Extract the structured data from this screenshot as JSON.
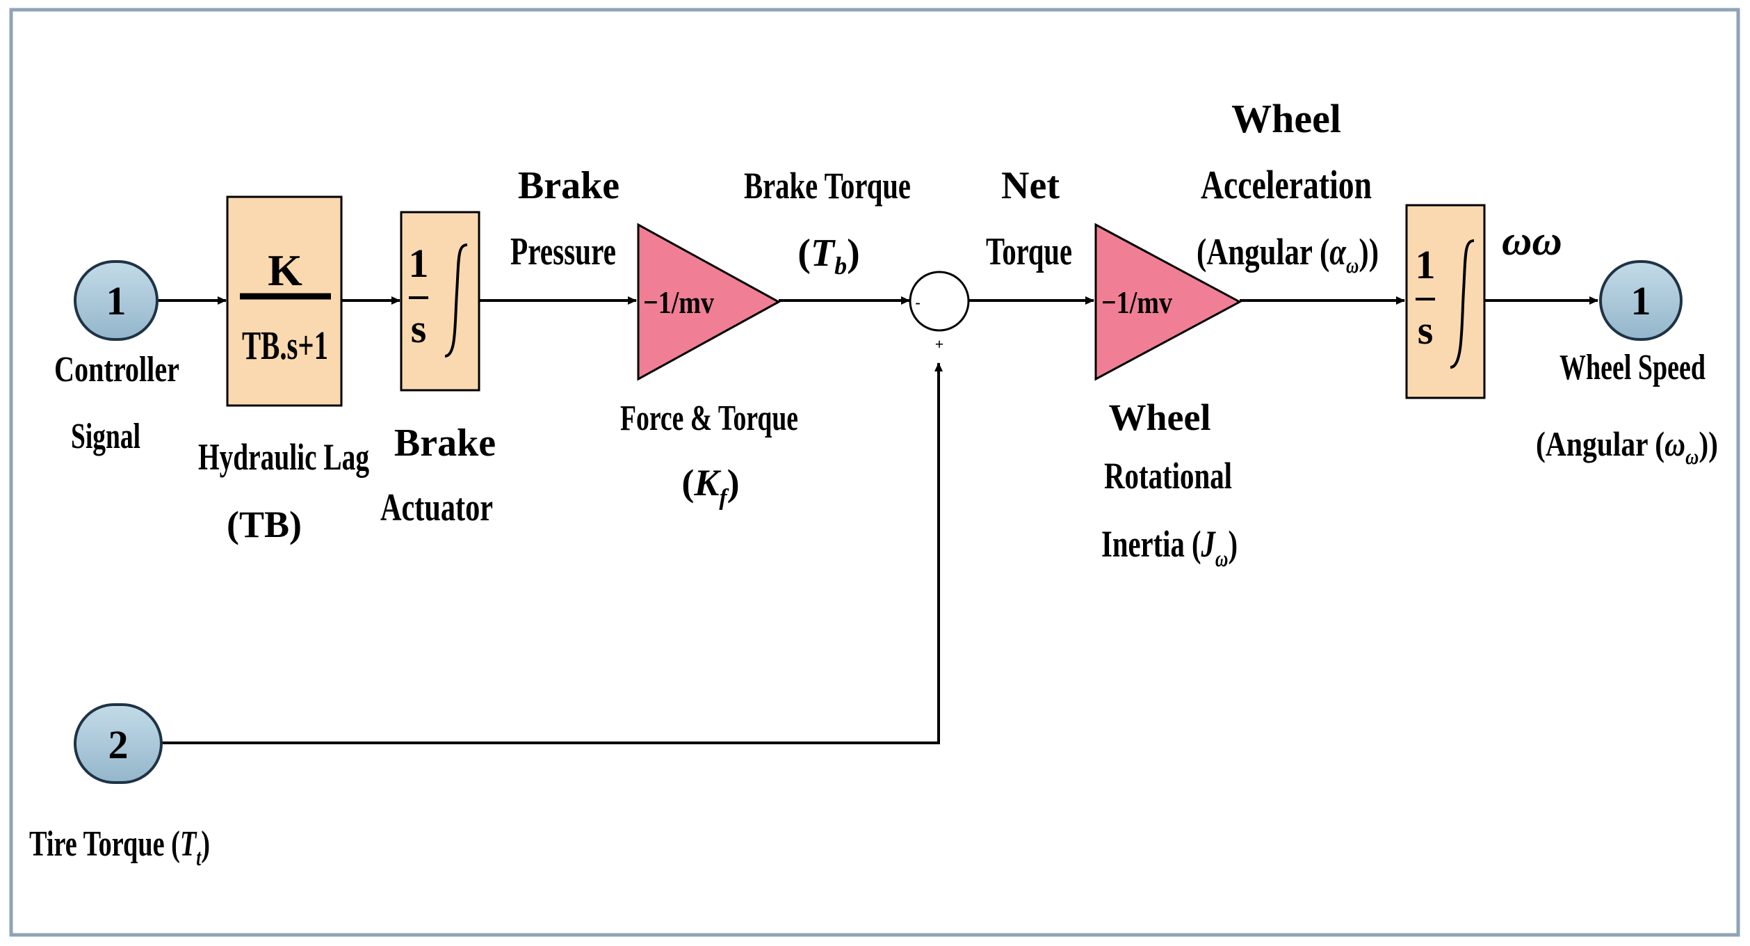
{
  "colors": {
    "frame": "#8fa3b8",
    "port_fill": "#a9c6d8",
    "block_fill": "#fbd9b0",
    "gain_fill": "#f07f95",
    "line": "#000000"
  },
  "ports": {
    "in1": {
      "number": "1",
      "label_line1": "Controller",
      "label_line2": "Signal"
    },
    "in2": {
      "number": "2",
      "label_main": "Tire Torque (",
      "label_sym": "T",
      "label_sub": "t",
      "label_close": ")"
    },
    "out1": {
      "number": "1",
      "label_line1": "Wheel Speed",
      "label_line2_main": "(Angular (",
      "label_line2_sym": "ω",
      "label_line2_sub": "ω",
      "label_line2_close": "))"
    }
  },
  "blocks": {
    "hydraulic_lag": {
      "numerator": "K",
      "denominator": "TB.s+1",
      "label_line1": "Hydraulic Lag",
      "label_line2": "(TB)"
    },
    "brake_actuator": {
      "numerator": "1",
      "denominator": "s",
      "label_line1": "Brake",
      "label_line2": "Actuator"
    },
    "force_torque_gain": {
      "text": "−1/mv",
      "label_line1": "Force & Torque",
      "label_line2_open": "(",
      "label_line2_sym": "K",
      "label_line2_sub": "f",
      "label_line2_close": ")"
    },
    "sum": {
      "sign_left": "-",
      "sign_bottom": "+"
    },
    "wheel_inertia_gain": {
      "text": "−1/mv",
      "label_line1": "Wheel",
      "label_line2": "Rotational",
      "label_line3_main": "Inertia (",
      "label_line3_sym": "J",
      "label_line3_sub": "ω",
      "label_line3_close": ")"
    },
    "wheel_integrator": {
      "numerator": "1",
      "denominator": "s"
    }
  },
  "signals": {
    "brake_pressure": {
      "line1": "Brake",
      "line2": "Pressure"
    },
    "brake_torque": {
      "line1": "Brake Torque",
      "line2_open": "(",
      "line2_sym": "T",
      "line2_sub": "b",
      "line2_close": ")"
    },
    "net_torque": {
      "line1": "Net",
      "line2": "Torque"
    },
    "wheel_acceleration": {
      "line1": "Wheel",
      "line2": "Acceleration",
      "line3_main": "(Angular (",
      "line3_sym": "α",
      "line3_sub": "ω",
      "line3_close": "))"
    },
    "omega": {
      "text": "ωω"
    }
  }
}
